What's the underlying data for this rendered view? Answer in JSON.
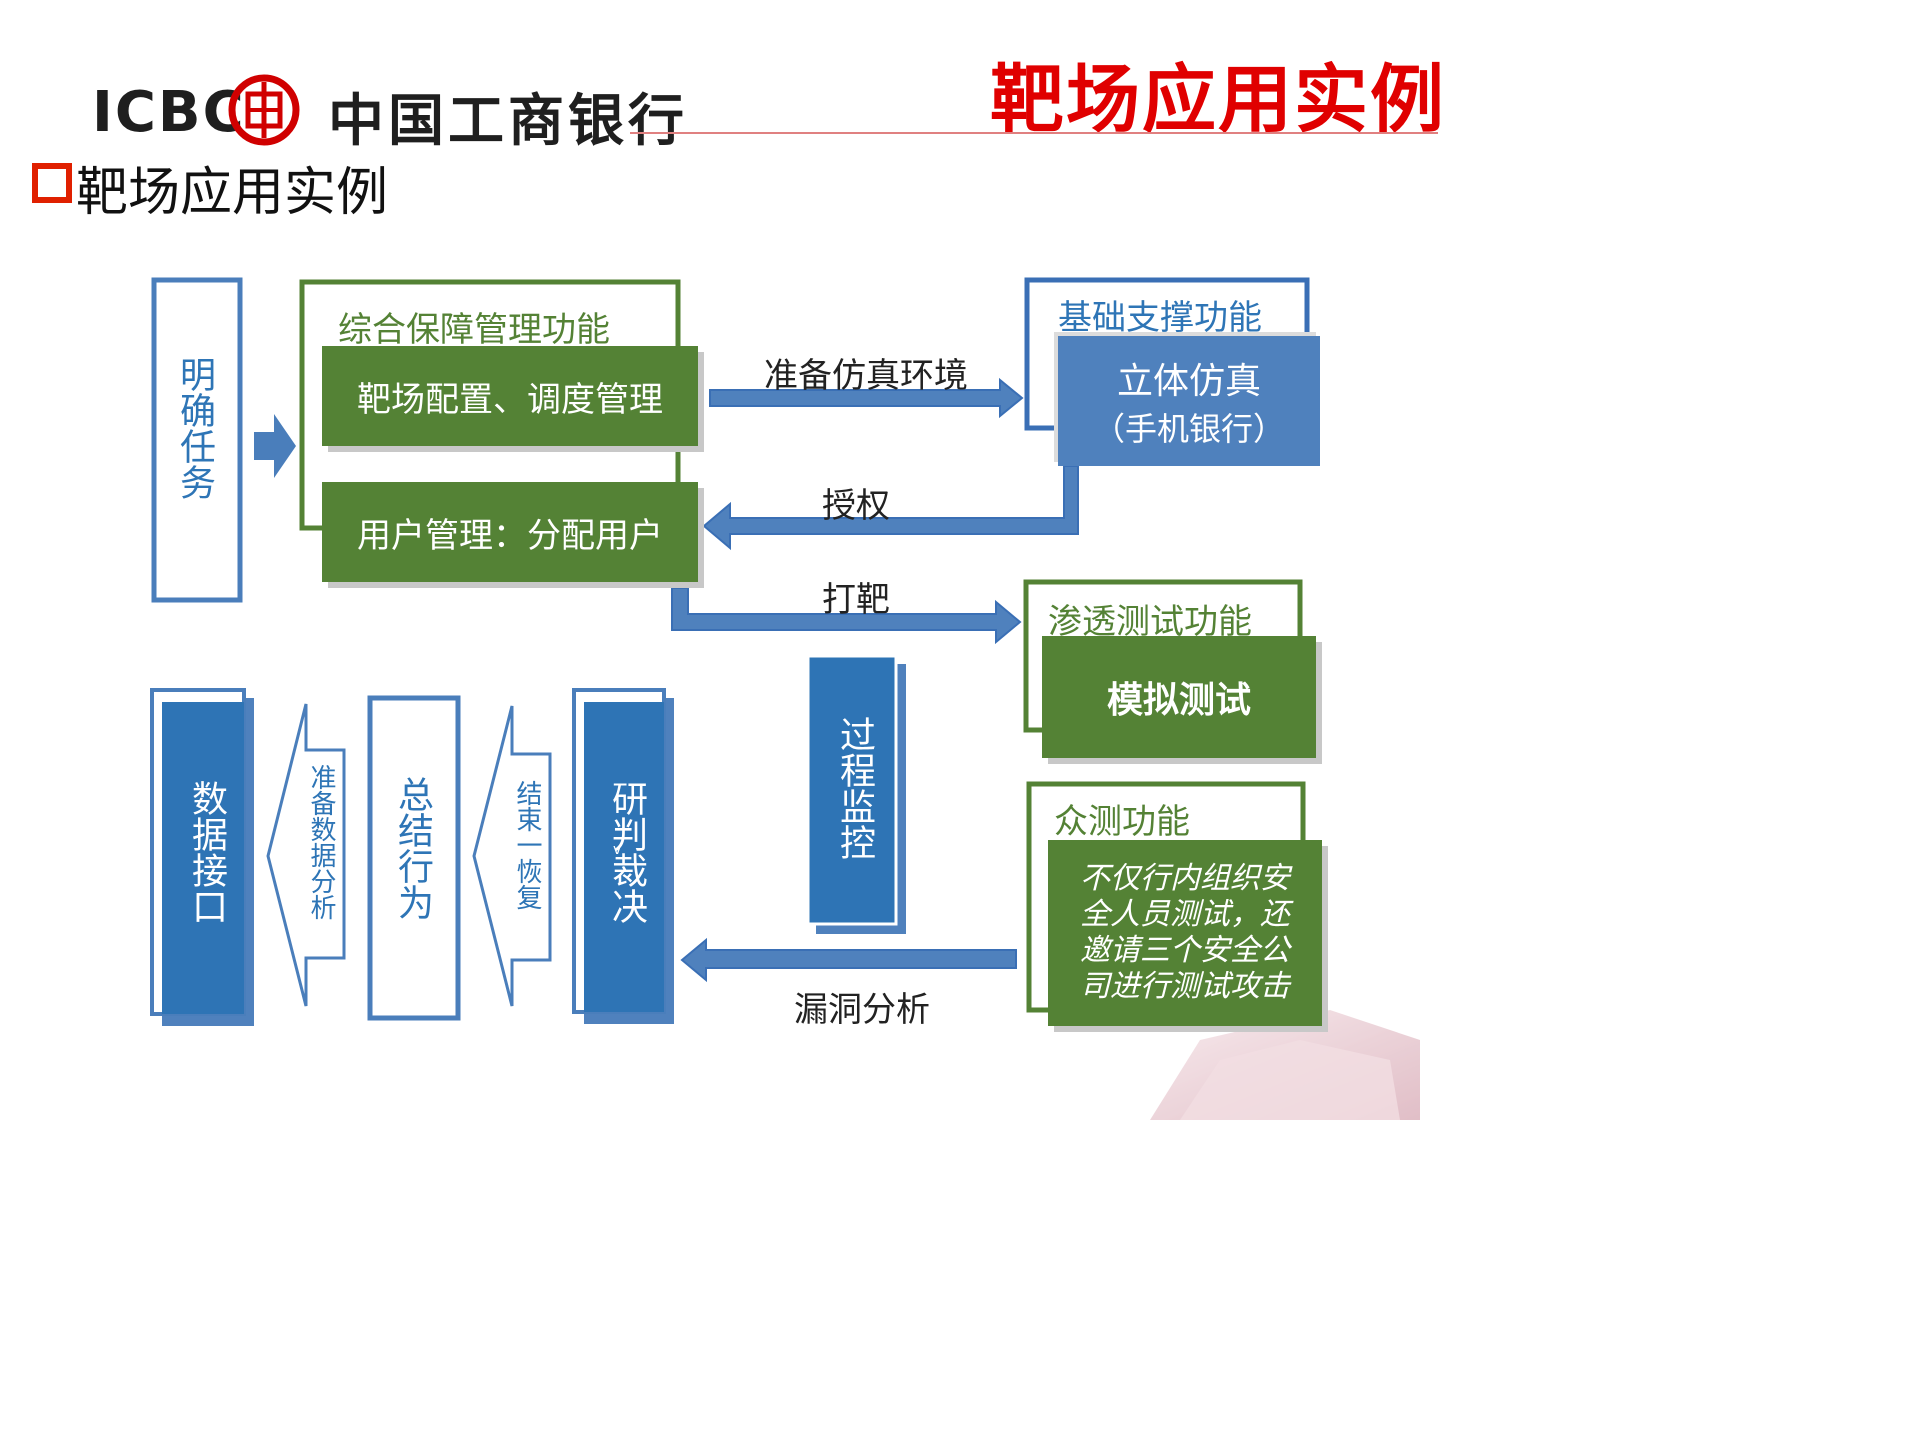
{
  "header": {
    "logo_latin": "ICBC",
    "logo_cn": "中国工商银行",
    "title_right": "靶场应用实例",
    "subtitle": "靶场应用实例"
  },
  "diagram": {
    "task_box": "明确任务",
    "guarantee": {
      "title": "综合保障管理功能",
      "item1": "靶场配置、调度管理",
      "item2": "用户管理：分配用户"
    },
    "support": {
      "title": "基础支撑功能",
      "inner_line1": "立体仿真",
      "inner_line2": "（手机银行）"
    },
    "pentest": {
      "title": "渗透测试功能",
      "inner": "模拟测试"
    },
    "crowd": {
      "title": "众测功能",
      "inner": "不仅行内组织安全人员测试，还邀请三个安全公司进行测试攻击"
    },
    "arrows": {
      "prepare_env": "准备仿真环境",
      "authorize": "授权",
      "attack": "打靶",
      "vuln_analysis": "漏洞分析"
    },
    "monitor": "过程监控",
    "judge": "研判裁决",
    "judge_mark": "v",
    "end_recover": "结束一恢复",
    "summarize": "总结行为",
    "prepare_data": "准备数据分析",
    "data_interface": "数据接口"
  },
  "colors": {
    "red": "#e00000",
    "green": "#548235",
    "blue": "#4f81bd",
    "dark_blue": "#2e74b5",
    "frame_blue": "#3a6fb5",
    "text_blue": "#2e75b6"
  }
}
